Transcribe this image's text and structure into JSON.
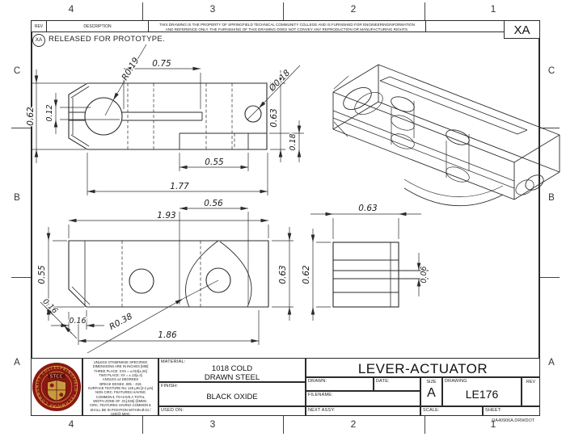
{
  "drawing": {
    "zones_top": [
      "4",
      "3",
      "2",
      "1"
    ],
    "zones_bottom": [
      "4",
      "3",
      "2",
      "1"
    ],
    "zones_left": [
      "C",
      "B",
      "A"
    ],
    "zones_right": [
      "C",
      "B",
      "A"
    ],
    "header": {
      "rev_label": "REV",
      "description_label": "DESCRIPTION",
      "disclaimer_line1": "THIS DRAWING IS THE PROPERTY OF SPRINGFIELD TECHNICAL COMMUNITY COLLEGE AND IS FURNISHED FOR ENGINEERINGINFORMATION",
      "disclaimer_line2": "AND REFERENCE ONLY. THE FURNISHING OF THIS DRAWING DOES NOT CONVEY ANY REPRODUCTION OR MANUFACTURING RIGHTS.",
      "rev_box": "XA"
    },
    "revision_note": {
      "rev": "XA",
      "text": "RELEASED FOR PROTOTYPE."
    },
    "title_block": {
      "material_label": "MATERIAL:",
      "material_line1": "1018 COLD",
      "material_line2": "DRAWN STEEL",
      "finish_label": "FINISH:",
      "finish_value": "BLACK OXIDE",
      "used_on_label": "USED ON:",
      "title": "LEVER-ACTUATOR",
      "drawn_label": "DRAWN:",
      "date_label": "DATE:",
      "filename_label": "FILENAME:",
      "next_assy_label": "NEXT ASSY:",
      "size_label": "SIZE",
      "size_value": "A",
      "drawing_label": "DRAWING",
      "drawing_number": "LE176",
      "rev_label": "REV",
      "scale_label": "SCALE:",
      "sheet_label": "SHEET:",
      "tolerance_notes": [
        "UNLESS OTHERWISE SPECIFIED",
        "DIMENSIONS ARE IN INCHES [MM]",
        "THREE PLACE: XXX = ±.010[±.25]",
        "TWO PLACE: XX = ±.13[±.3]",
        "ANGLES ±2 DEGREES",
        "BREAK EDGES .005 - .015",
        "SURFACE TEXTURE Ra: 125 μIN [3.2 μm]",
        "NON CIRC. FEATURES HAVING",
        "COMMON ℄ TO HAVE A TOTAL",
        "WIDTH ZONE OF .01[.025] @MMC.",
        "CIRC. FEATURES HAVING COMMON ℄",
        "SHALL BE IN POSITION WITHIN Ø.01 /",
        ".025]@ MMC."
      ],
      "logo": {
        "org": "SPRINGFIELD TECHNICAL COMMUNITY COLLEGE",
        "acronym": "STCC"
      }
    },
    "doc_ref": "QA40906A.DRWDOT",
    "colors": {
      "line": "#2b2b2b",
      "logo_maroon": "#8a1713",
      "logo_gold": "#d9a43b"
    }
  },
  "dims": {
    "front": {
      "d_075": "0.75",
      "r_019": "R0.19",
      "dia_018": "Ø0.18",
      "d_062": "0.62",
      "d_012": "0.12",
      "d_063": "0.63",
      "d_018": "0.18",
      "d_055": "0.55",
      "d_177": "1.77"
    },
    "plan": {
      "d_056": "0.56",
      "d_193": "1.93",
      "d_055": "0.55",
      "d_016": "0.16",
      "d_016_diag": "0.16",
      "r_038": "R0.38",
      "d_186": "1.86",
      "d_063": "0.63"
    },
    "side": {
      "d_063": "0.63",
      "d_062": "0.62",
      "d_006": "0.06"
    }
  }
}
